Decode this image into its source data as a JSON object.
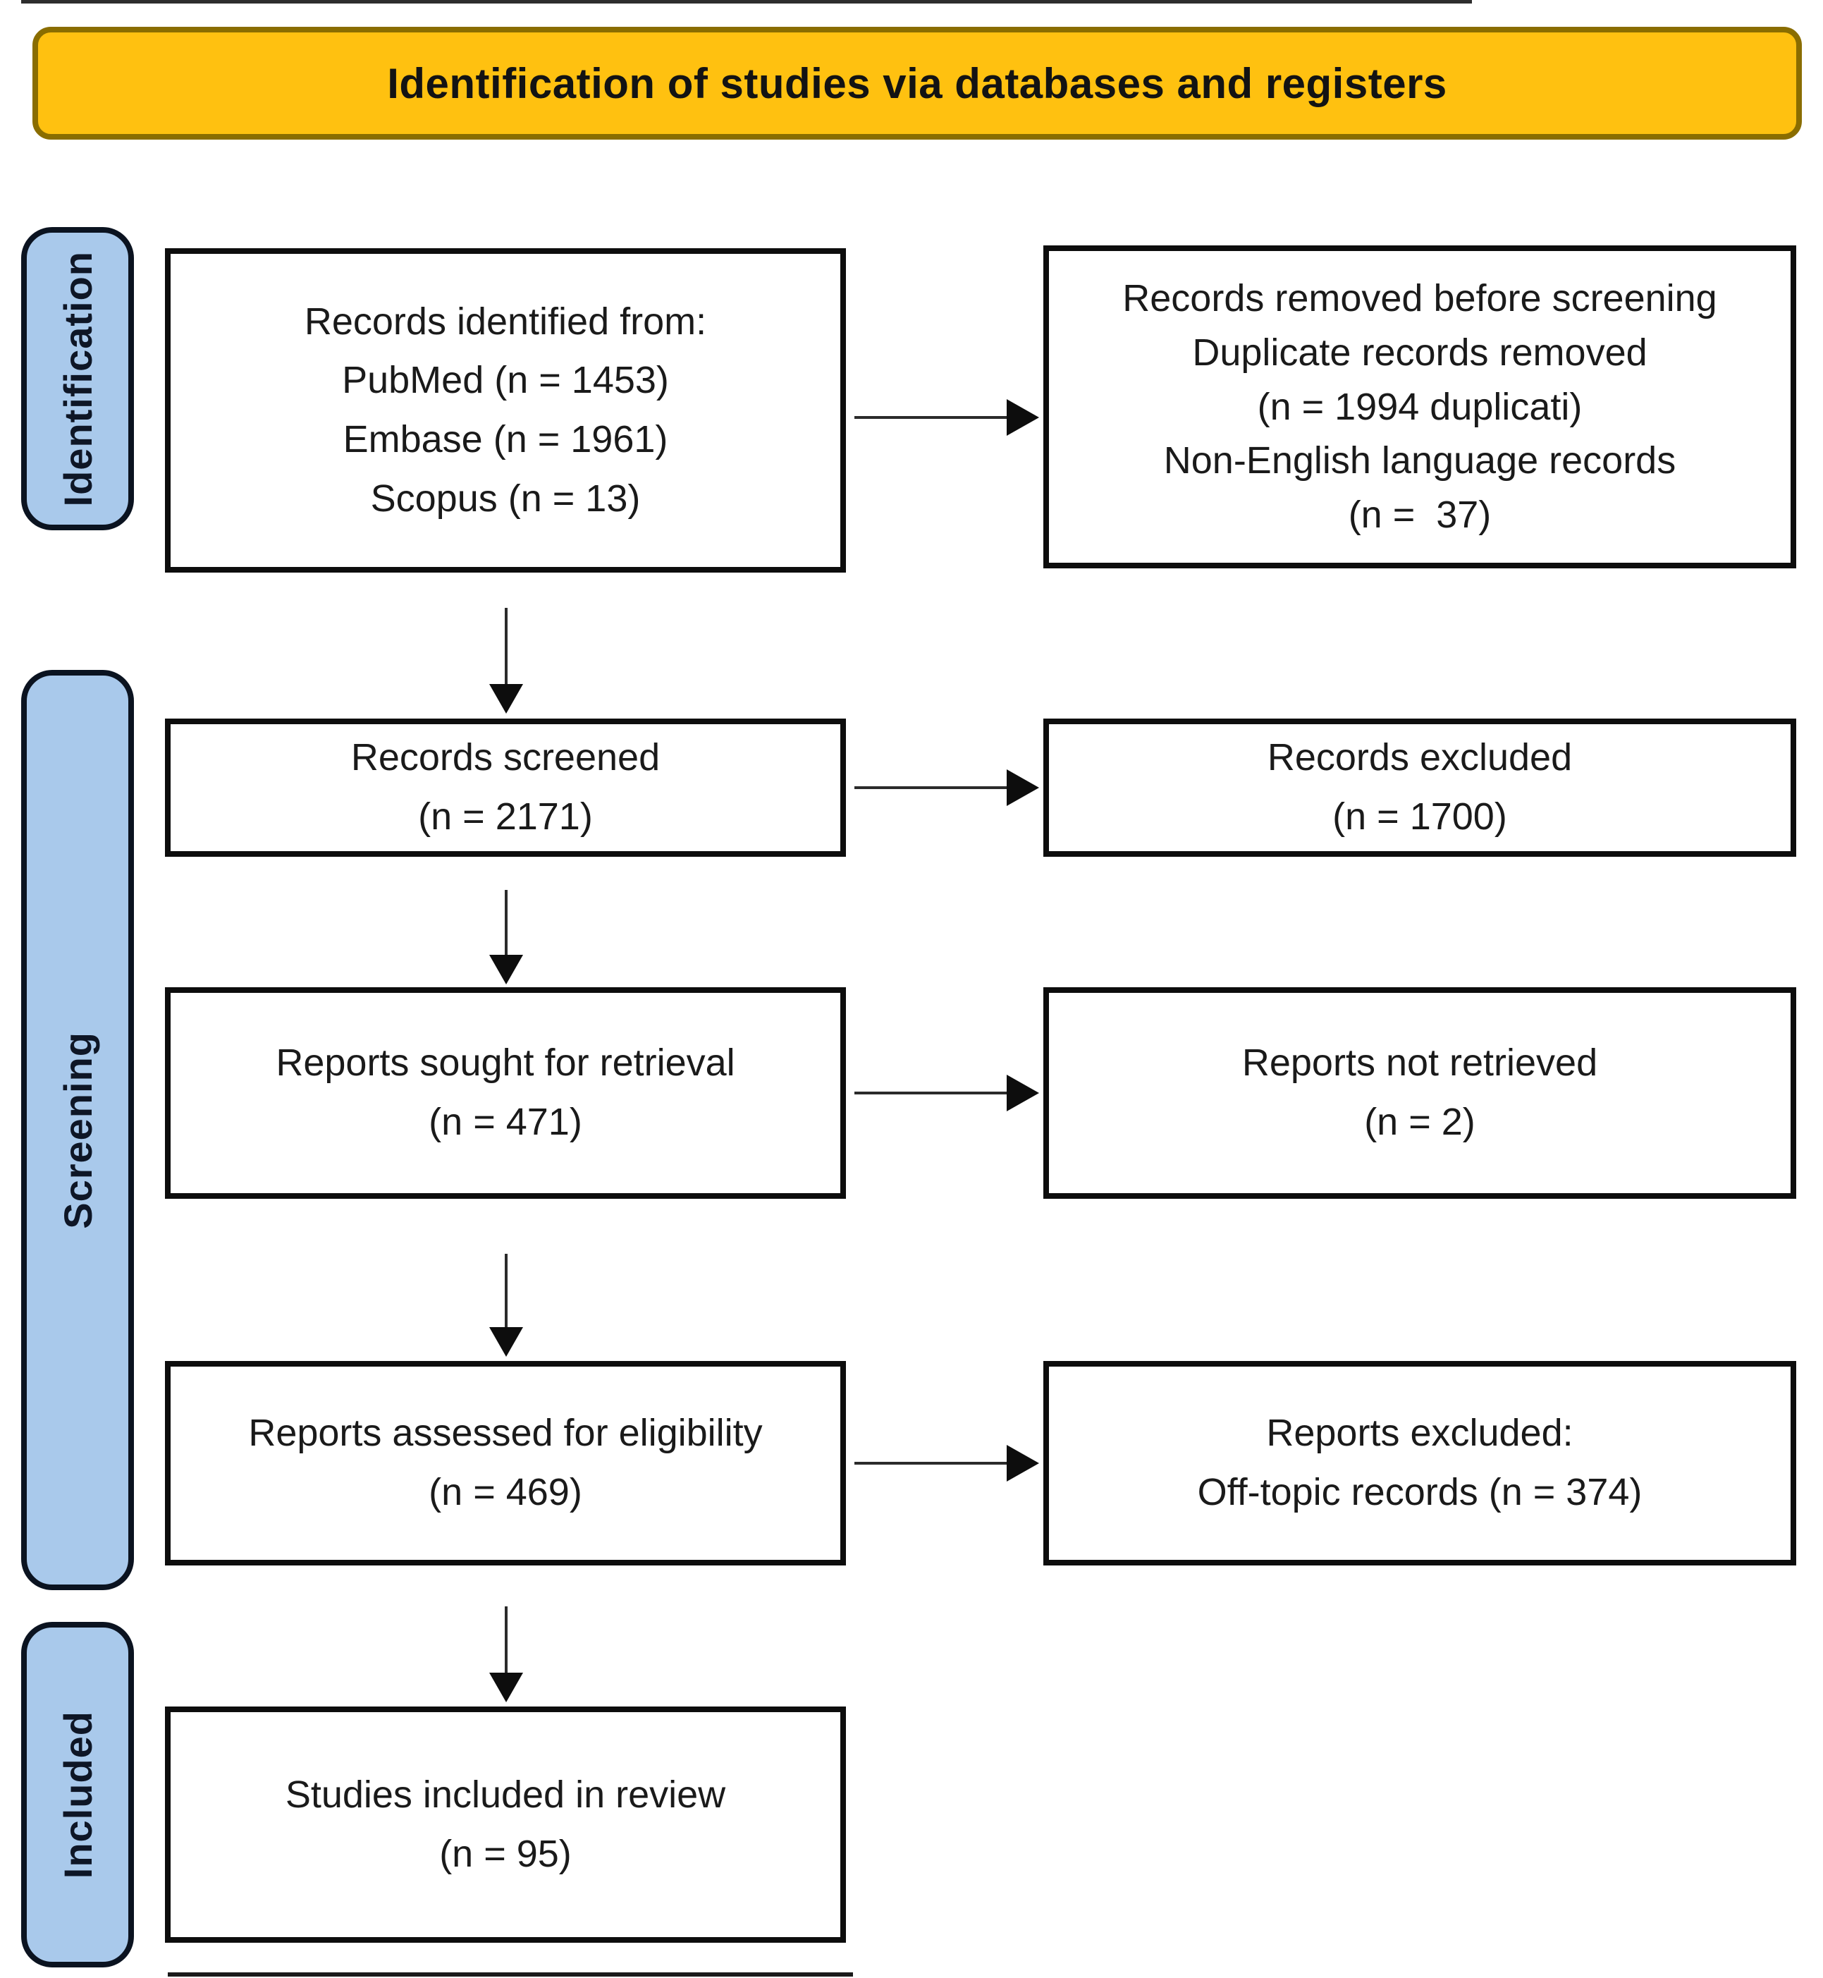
{
  "header": {
    "title": "Identification of studies via databases and registers"
  },
  "colors": {
    "banner_fill": "#FFC110",
    "banner_border": "#8A6D00",
    "stage_fill": "#A9C9EB",
    "stage_border": "#0B1320",
    "box_border": "#0D0D0D",
    "arrow": "#0D0D0D"
  },
  "stages": [
    {
      "label": "Identification"
    },
    {
      "label": "Screening"
    },
    {
      "label": "Included"
    }
  ],
  "boxes": {
    "identified": {
      "lines": [
        "Records identified from:",
        "PubMed (n = 1453)",
        "Embase (n = 1961)",
        "Scopus (n = 13)"
      ]
    },
    "removed_before_screening": {
      "lines": [
        "Records removed before screening",
        "Duplicate records removed",
        "(n = 1994 duplicati)",
        "Non-English language records",
        "(n =  37)"
      ]
    },
    "screened": {
      "lines": [
        "Records screened",
        "(n = 2171)"
      ]
    },
    "records_excluded": {
      "lines": [
        "Records excluded",
        "(n = 1700)"
      ]
    },
    "sought": {
      "lines": [
        "Reports sought for retrieval",
        "(n = 471)"
      ]
    },
    "not_retrieved": {
      "lines": [
        "Reports not retrieved",
        "(n = 2)"
      ]
    },
    "assessed": {
      "lines": [
        "Reports assessed for eligibility",
        "(n = 469)"
      ]
    },
    "reports_excluded": {
      "lines": [
        "Reports excluded:",
        "Off-topic records (n = 374)"
      ]
    },
    "included_in_review": {
      "lines": [
        "Studies included in review",
        "(n = 95)"
      ]
    }
  }
}
